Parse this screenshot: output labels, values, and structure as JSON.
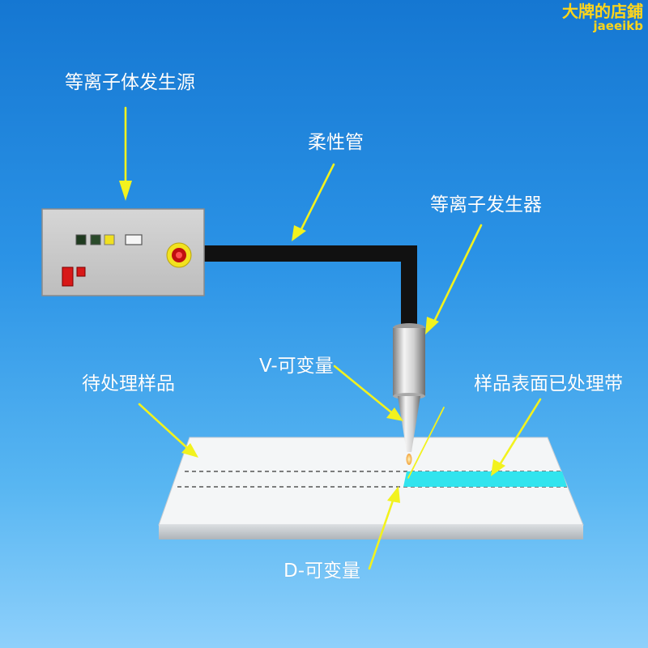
{
  "watermark": {
    "line1": "大牌的店鋪",
    "line2": "jaeeikb"
  },
  "labels": {
    "plasma_source": "等离子体发生源",
    "flexible_tube": "柔性管",
    "plasma_generator": "等离子发生器",
    "v_variable": "V-可变量",
    "sample": "待处理样品",
    "treated_band": "样品表面已处理带",
    "d_variable": "D-可变量"
  },
  "colors": {
    "arrow": "#f2f21e",
    "treated_band": "#32e4ee",
    "tube": "#111111",
    "box": "#c9c9c9"
  }
}
